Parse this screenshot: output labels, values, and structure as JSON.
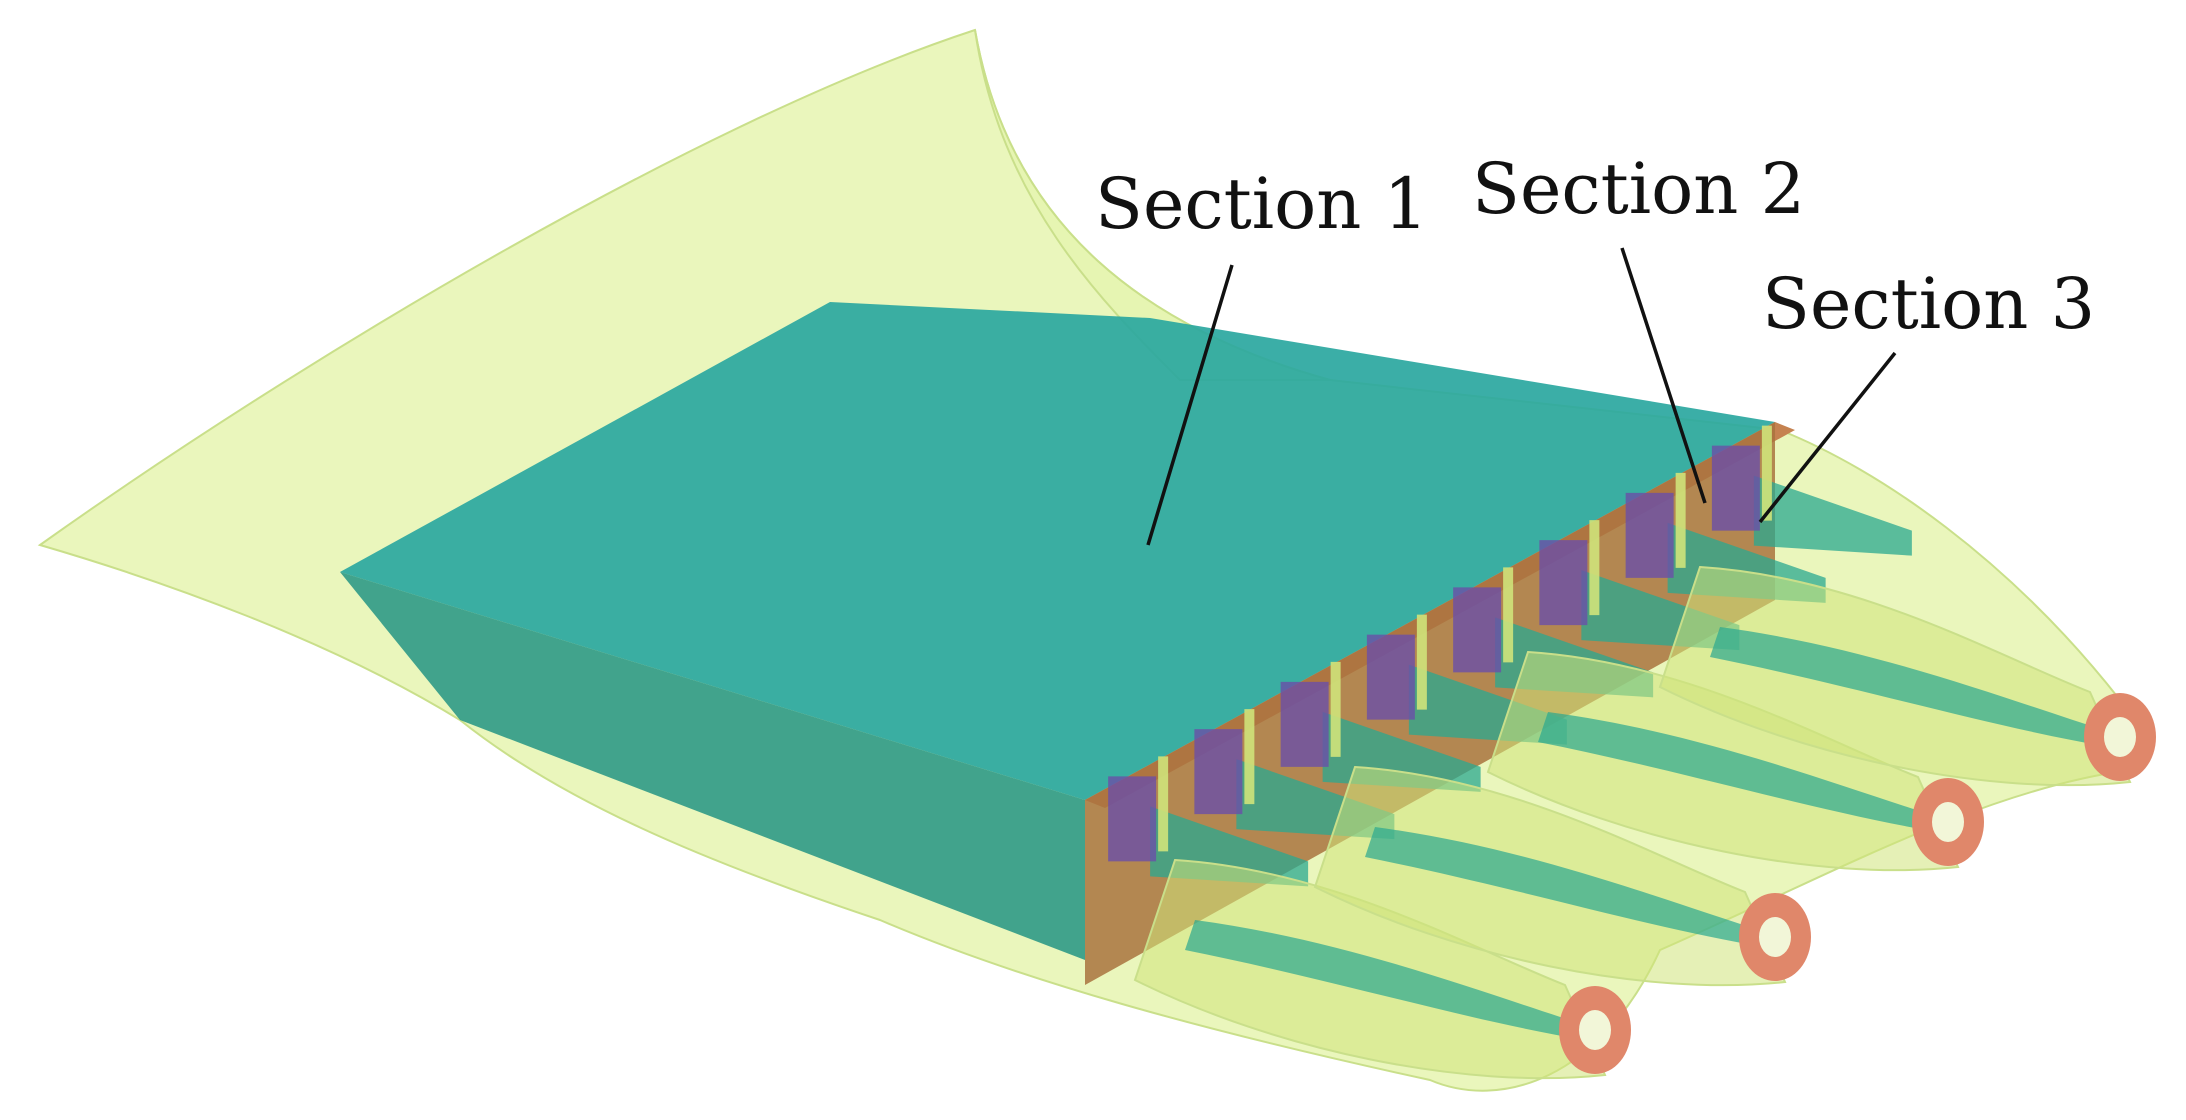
{
  "labels": {
    "section1": "Section 1",
    "section2": "Section 2",
    "section3": "Section 3"
  },
  "colors": {
    "background": "#ffffff",
    "outer_shell": "#e6f5b0",
    "outer_shell_edge": "#c9df8a",
    "section1_top": "#2aa7a0",
    "section1_side": "#2f9a86",
    "section2_face": "#a9733e",
    "section2_top": "#c58250",
    "section3_port": "#6a4fa8",
    "channel": "#2aa890",
    "nozzle_body": "#cfe37a",
    "nozzle_ring": "#e0876a",
    "nozzle_core": "#f2f6d8",
    "text": "#111111"
  },
  "nozzle_count": 4,
  "port_count": 8
}
